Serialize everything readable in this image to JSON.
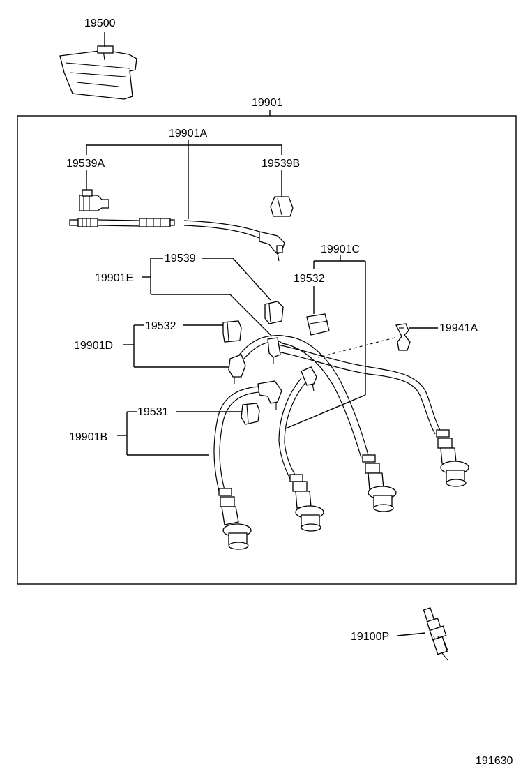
{
  "labels": {
    "coil": "19500",
    "cord_set": "19901",
    "cord_a": "19901A",
    "holder_a": "19539A",
    "holder_b": "19539B",
    "cord_e": "19901E",
    "holder_e": "19539",
    "cord_c": "19901C",
    "cap_c": "19532",
    "clamp": "19941A",
    "cap_d": "19532",
    "cord_d": "19901D",
    "holder_b2": "19531",
    "cord_b": "19901B",
    "plug": "19100P",
    "figure_no": "191630"
  }
}
